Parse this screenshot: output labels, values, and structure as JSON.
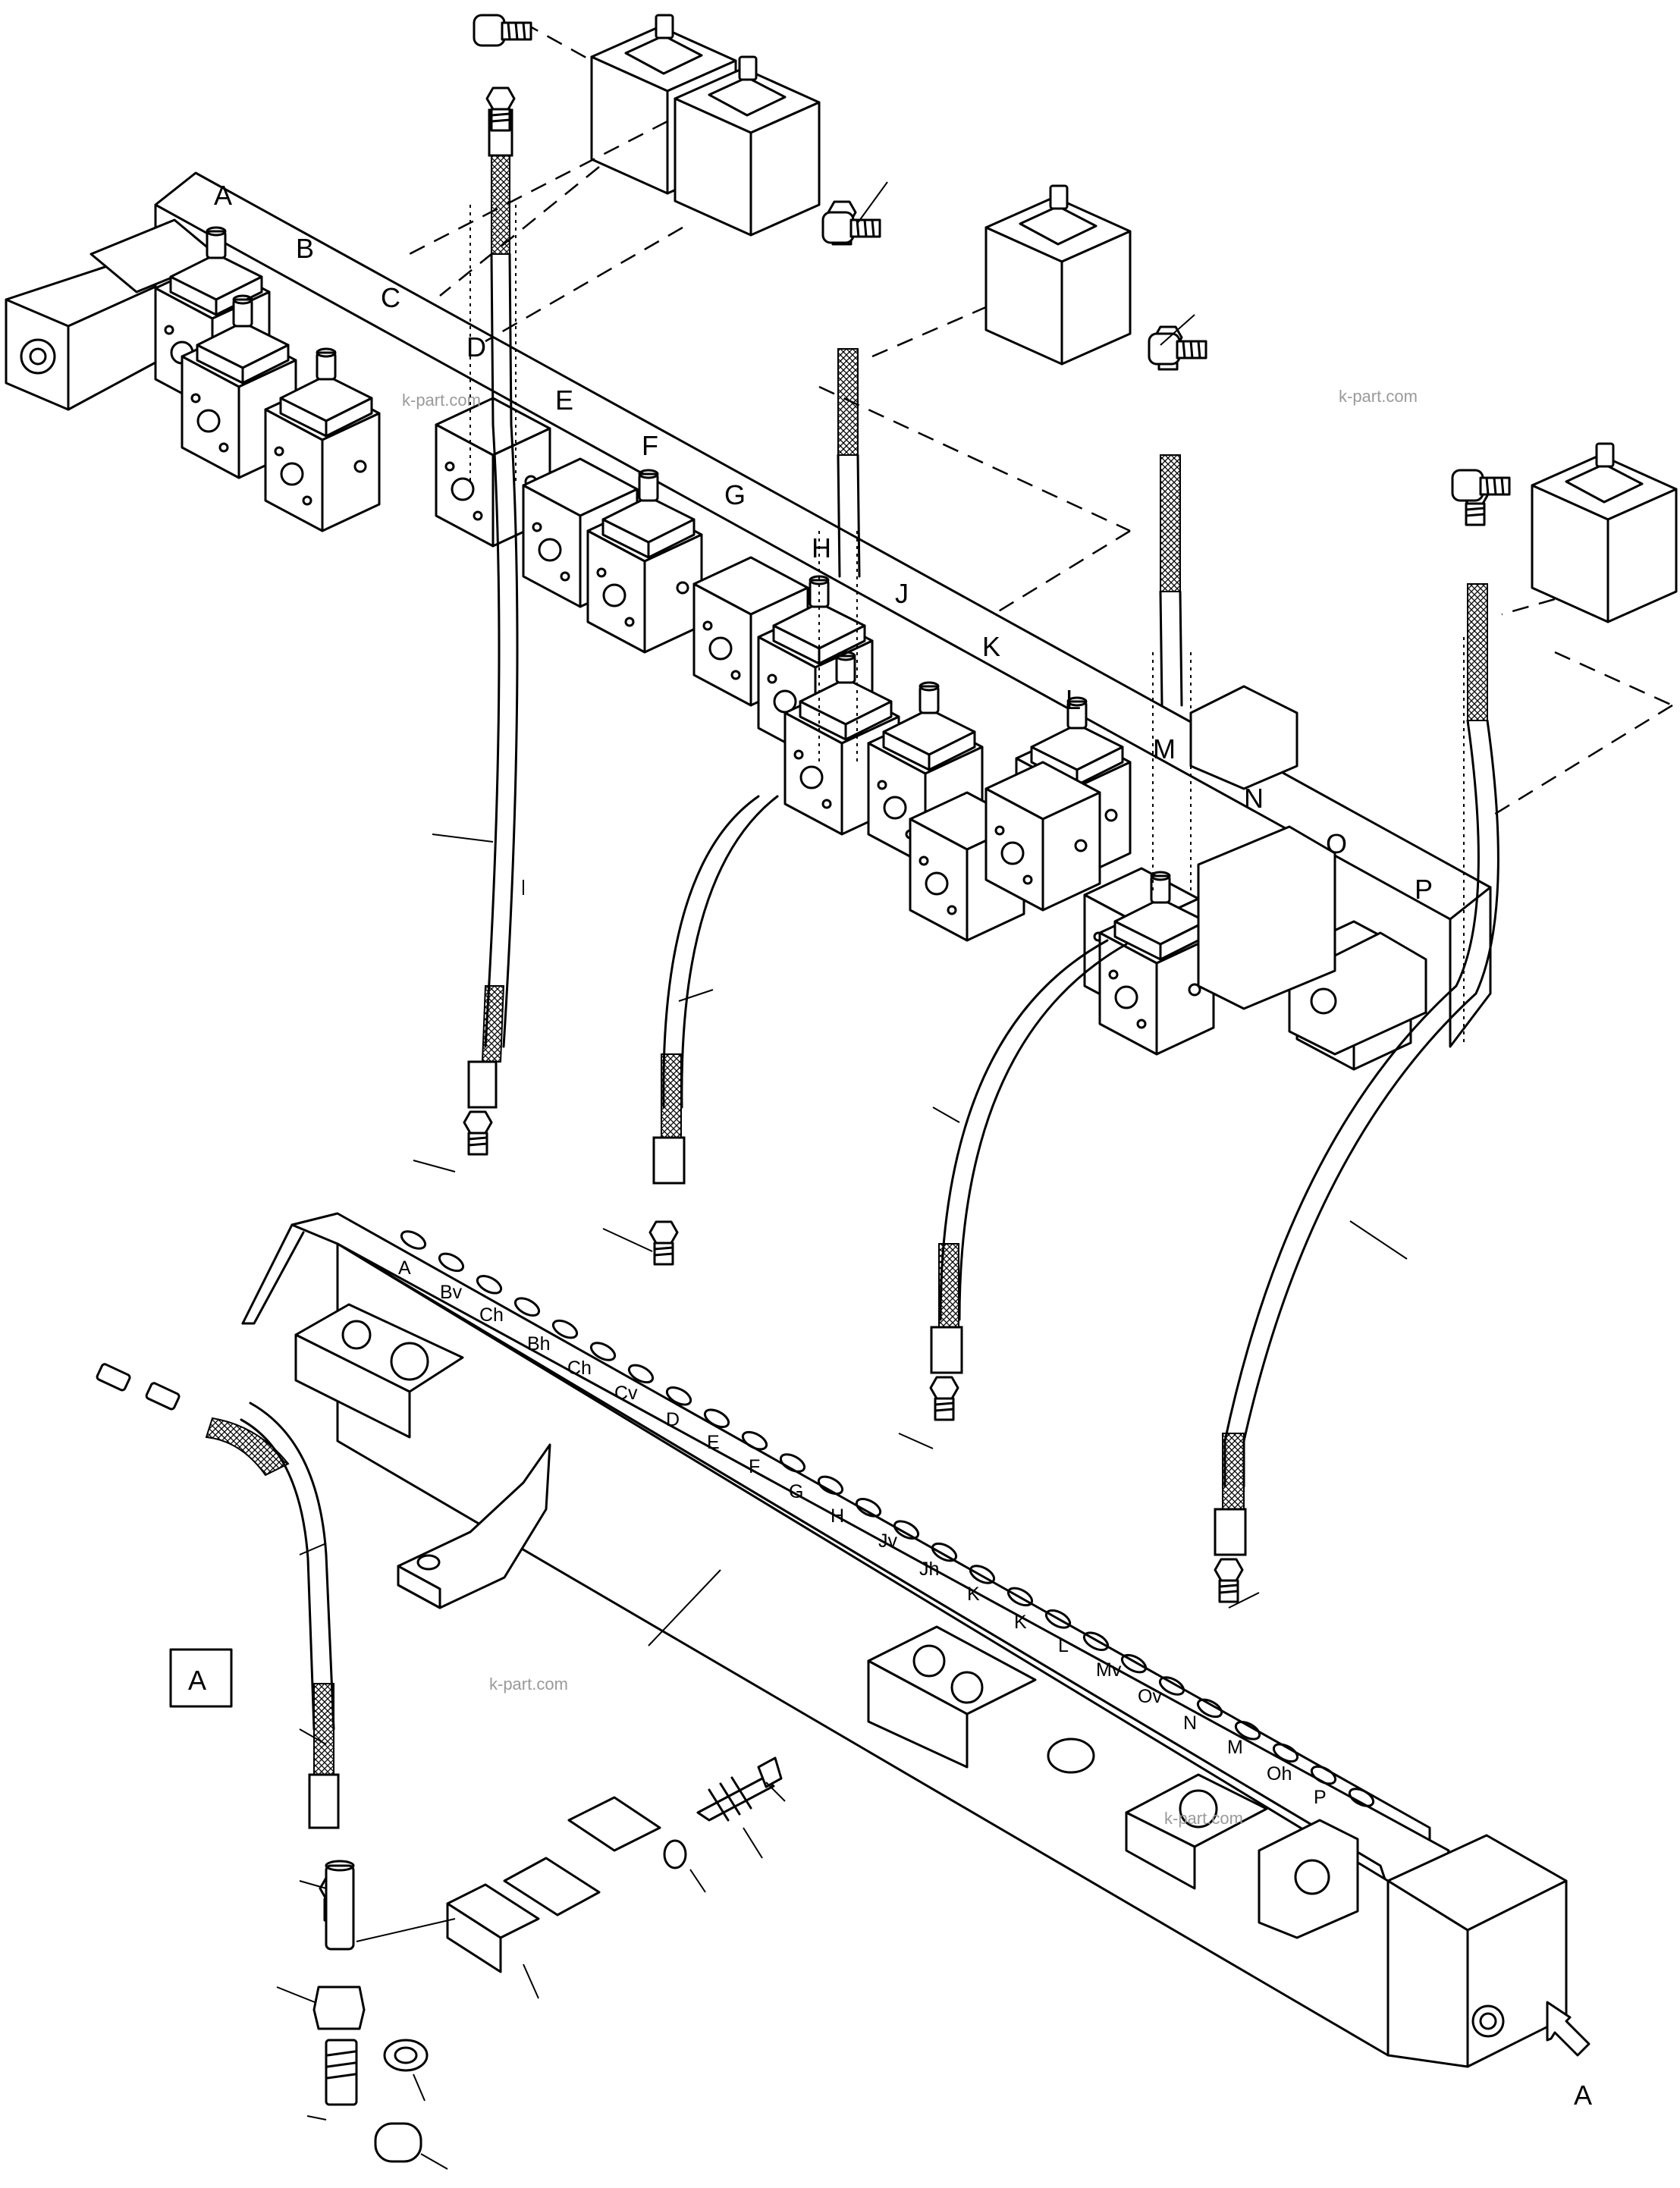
{
  "valve_block_labels": [
    "A",
    "B",
    "C",
    "D",
    "E",
    "F",
    "G",
    "H",
    "J",
    "K",
    "L",
    "M",
    "N",
    "O",
    "P"
  ],
  "rail_port_labels": [
    "A",
    "Bv",
    "Ch",
    "Bh",
    "Ch",
    "Cv",
    "D",
    "E",
    "F",
    "G",
    "H",
    "Jv",
    "Jh",
    "K",
    "K",
    "L",
    "Mv",
    "Ov",
    "N",
    "M",
    "Oh",
    "P"
  ],
  "view_marker": {
    "boxed_label": "A",
    "arrow_label": "A"
  },
  "watermarks": [
    "k-part.com",
    "k-part.com",
    "k-part.com",
    "k-part.com"
  ],
  "colors": {
    "line": "#000000",
    "background": "#ffffff",
    "watermark": "#9a9a9a"
  },
  "icons": [
    "view-arrow-icon"
  ]
}
